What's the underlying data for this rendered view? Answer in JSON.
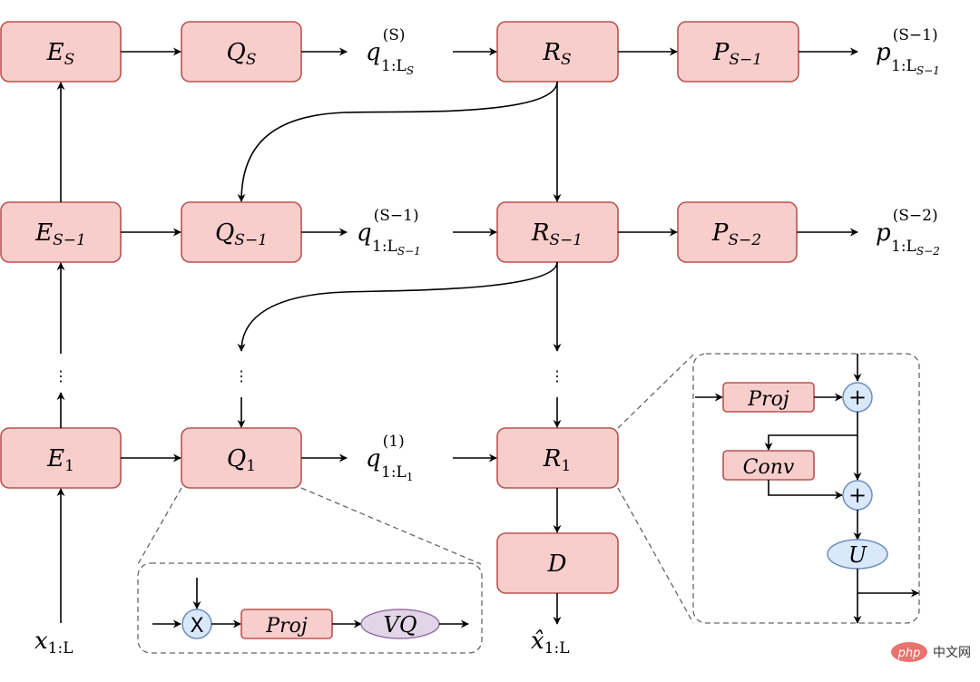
{
  "diagram": {
    "encoders": [
      {
        "base": "E",
        "sub": "S"
      },
      {
        "base": "E",
        "sub": "S−1"
      },
      {
        "base": "E",
        "sub": "1"
      }
    ],
    "quantizers": [
      {
        "base": "Q",
        "sub": "S"
      },
      {
        "base": "Q",
        "sub": "S−1"
      },
      {
        "base": "Q",
        "sub": "1"
      }
    ],
    "codes": [
      {
        "base": "q",
        "sup": "(S)",
        "sub": "1:L",
        "subsub": "S"
      },
      {
        "base": "q",
        "sup": "(S−1)",
        "sub": "1:L",
        "subsub": "S−1"
      },
      {
        "base": "q",
        "sup": "(1)",
        "sub": "1:L",
        "subsub": "1"
      }
    ],
    "refiners": [
      {
        "base": "R",
        "sub": "S"
      },
      {
        "base": "R",
        "sub": "S−1"
      },
      {
        "base": "R",
        "sub": "1"
      }
    ],
    "predictors": [
      {
        "base": "P",
        "sub": "S−1"
      },
      {
        "base": "P",
        "sub": "S−2"
      }
    ],
    "predictions": [
      {
        "base": "p",
        "sup": "(S−1)",
        "sub": "1:L",
        "subsub": "S−1"
      },
      {
        "base": "p",
        "sup": "(S−2)",
        "sub": "1:L",
        "subsub": "S−2"
      }
    ],
    "decoder": {
      "base": "D"
    },
    "input": {
      "base": "x",
      "sub": "1:L"
    },
    "output": {
      "base": "x̂",
      "sub": "1:L"
    },
    "ellipsis": "⋮",
    "quantizer_detail": {
      "multiply": "X",
      "proj": "Proj",
      "vq": "VQ"
    },
    "refiner_detail": {
      "proj": "Proj",
      "conv": "Conv",
      "add": "+",
      "upsample": "U"
    }
  },
  "watermark": {
    "logo": "php",
    "text": "中文网"
  }
}
